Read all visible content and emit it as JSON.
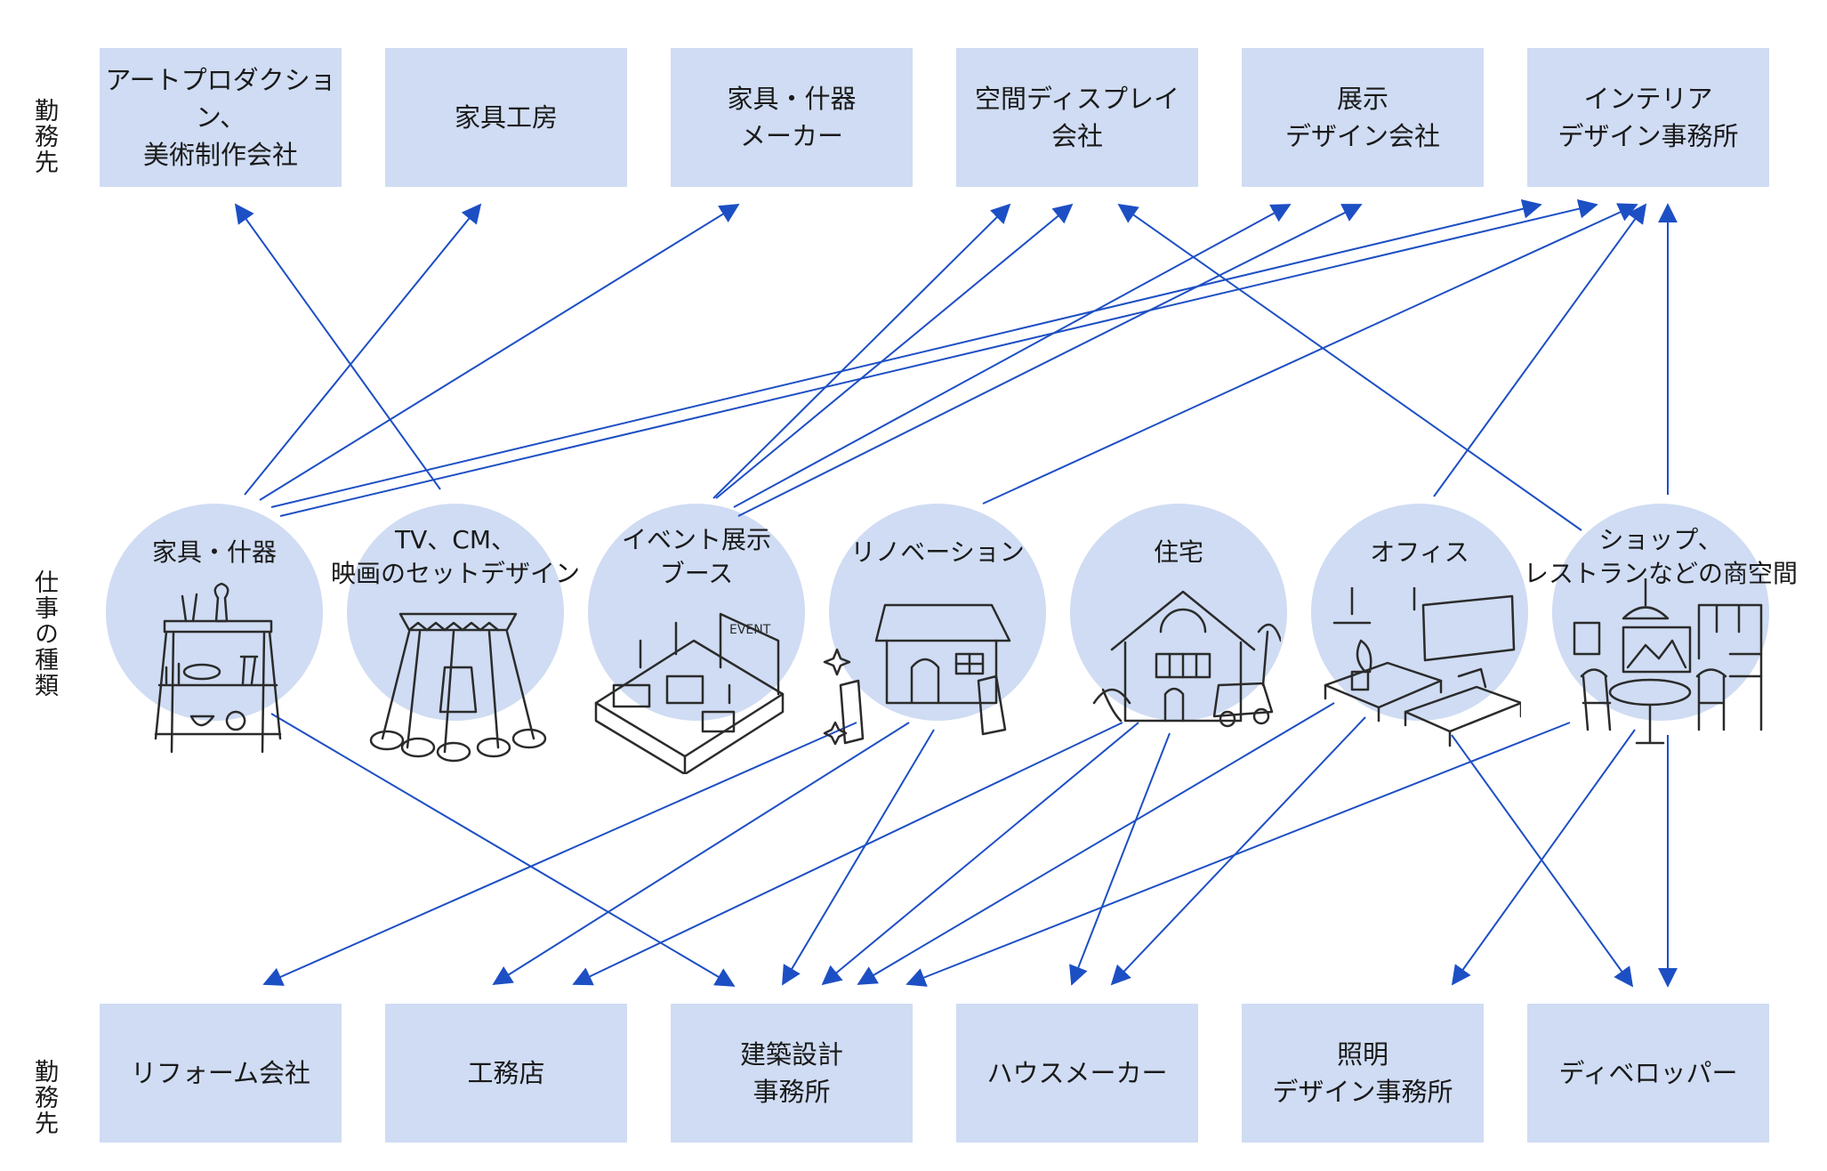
{
  "left_labels": {
    "top": "勤務先",
    "middle": "仕事の種類",
    "bottom": "勤務先"
  },
  "top_companies": [
    "アートプロダクション、\n美術制作会社",
    "家具工房",
    "家具・什器\nメーカー",
    "空間ディスプレイ\n会社",
    "展示\nデザイン会社",
    "インテリア\nデザイン事務所"
  ],
  "job_types": [
    {
      "label": "家具・什器",
      "icon": "furniture-shelf-icon"
    },
    {
      "label": "TV、CM、\n映画のセットデザイン",
      "icon": "stage-lights-icon"
    },
    {
      "label": "イベント展示\nブース",
      "icon": "event-booth-icon"
    },
    {
      "label": "リノベーション",
      "icon": "renovation-house-icon"
    },
    {
      "label": "住宅",
      "icon": "house-icon"
    },
    {
      "label": "オフィス",
      "icon": "office-desk-icon"
    },
    {
      "label": "ショップ、\nレストランなどの商空間",
      "icon": "cafe-interior-icon"
    }
  ],
  "bottom_companies": [
    "リフォーム会社",
    "工務店",
    "建築設計\n事務所",
    "ハウスメーカー",
    "照明\nデザイン事務所",
    "ディベロッパー"
  ],
  "colors": {
    "box": "#cfdcf3",
    "arrow": "#1d4fc4",
    "text": "#1a1a1a"
  }
}
